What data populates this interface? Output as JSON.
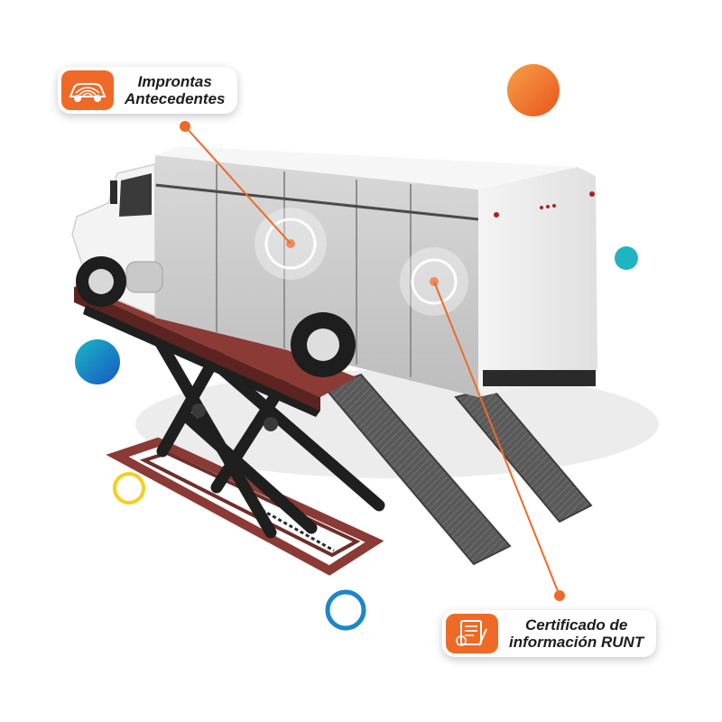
{
  "callouts": {
    "top": {
      "line1": "Improntas",
      "line2": "Antecedentes",
      "icon": "car-fingerprint-icon"
    },
    "bottom": {
      "line1": "Certificado de",
      "line2": "información RUNT",
      "icon": "certificate-document-icon"
    }
  },
  "colors": {
    "accent_orange": "#ef6a27",
    "teal": "#1fb4c2",
    "blue": "#1d86c9",
    "yellow": "#f5cf1e",
    "lift_red": "#8b3a35",
    "ramp_gray": "#5c5c5c",
    "truck_white": "#f2f2f2"
  }
}
